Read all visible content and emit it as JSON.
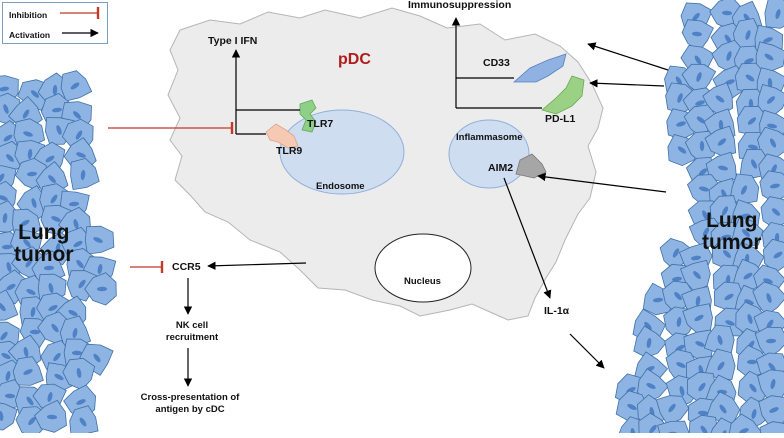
{
  "legend": {
    "inhibition": "Inhibition",
    "activation": "Activation",
    "inhibition_color": "#c0392b",
    "activation_color": "#000000"
  },
  "cell": {
    "title": "pDC",
    "title_color": "#b01c1c",
    "fill": "#ececec",
    "endosome": "Endosome",
    "inflammasome": "Inflammasome",
    "nucleus": "Nucleus"
  },
  "receptors": {
    "tlr7": "TLR7",
    "tlr9": "TLR9",
    "cd33": "CD33",
    "pdl1": "PD-L1",
    "aim2": "AIM2"
  },
  "outputs": {
    "type1_ifn": "Type I IFN",
    "immunosuppression": "Immunosuppression",
    "ccr5": "CCR5",
    "nk_recruitment": "NK cell\nrecruitment",
    "cross_presentation": "Cross-presentation of\nantigen by cDC",
    "il1a": "IL-1α"
  },
  "tumors": {
    "left": "Lung\ntumor",
    "right": "Lung\ntumor",
    "cell_fill": "#8db4e2",
    "cell_stroke": "#3f6fa6",
    "nucleus_fill": "#4f81c7"
  }
}
